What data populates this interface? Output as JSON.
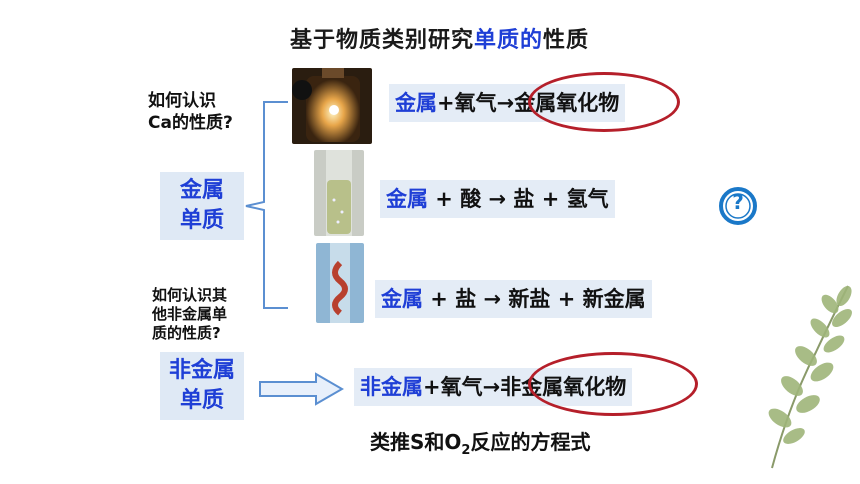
{
  "title": {
    "prefix": "基于物质类别研究",
    "highlight": "单质的",
    "suffix": "性质"
  },
  "questions": {
    "q1_line1": "如何认识",
    "q1_line2": "Ca的性质?",
    "q2_line1": "如何认识其",
    "q2_line2": "他非金属单",
    "q2_line3": "质的性质?"
  },
  "categories": {
    "metal_line1": "金属",
    "metal_line2": "单质",
    "nonmetal_line1": "非金属",
    "nonmetal_line2": "单质"
  },
  "equations": {
    "eq1": {
      "subject": "金属",
      "middle": "+氧气→",
      "product": "金属氧化物"
    },
    "eq2": {
      "subject": "金属",
      "rest": " + 酸 → 盐 + 氢气"
    },
    "eq3": {
      "subject": "金属",
      "rest": " + 盐 → 新盐 + 新金属"
    },
    "eq4": {
      "subject": "非金属",
      "middle": "+氧气→",
      "product": "非金属氧化物"
    }
  },
  "bottom_note": {
    "prefix": "类推S和O",
    "sub": "2",
    "suffix": "反应的方程式"
  },
  "help_symbol": "?",
  "colors": {
    "blue": "#1f3fd6",
    "box_bg": "#e4ecf6",
    "ellipse": "#b51f2a",
    "help_icon": "#1a78c8"
  }
}
